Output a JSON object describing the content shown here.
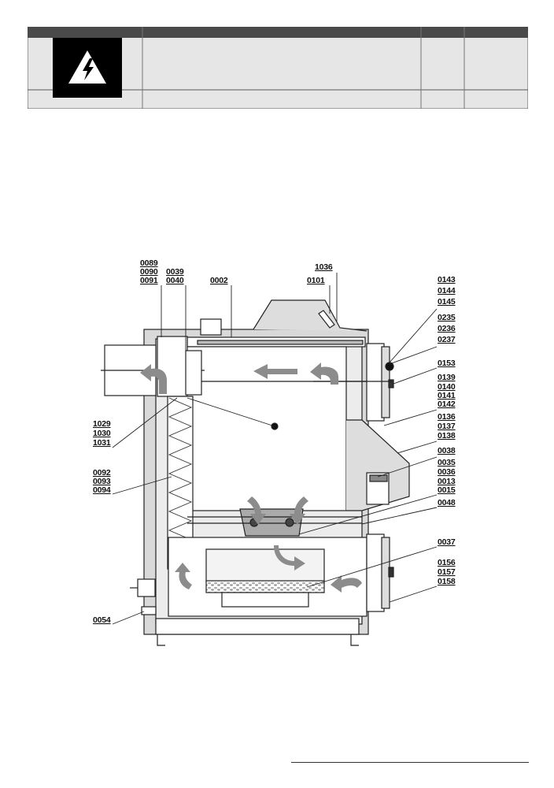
{
  "header_table": {
    "columns": [
      "",
      "",
      "",
      ""
    ],
    "warning_icon": "high-voltage-warning-icon",
    "colors": {
      "header_bar": "#4a4a4a",
      "body_bg": "#e6e6e6",
      "icon_bg": "#000000"
    }
  },
  "diagram": {
    "labels": {
      "l0089": "0089",
      "l0090": "0090",
      "l0091": "0091",
      "l0039": "0039",
      "l0040": "0040",
      "l0002": "0002",
      "l1036": "1036",
      "l0101": "0101",
      "l0143": "0143",
      "l0144": "0144",
      "l0145": "0145",
      "l0235": "0235",
      "l0236": "0236",
      "l0237": "0237",
      "l0153": "0153",
      "l0139": "0139",
      "l0140": "0140",
      "l0141": "0141",
      "l0142": "0142",
      "l0136": "0136",
      "l0137": "0137",
      "l0138": "0138",
      "l0038": "0038",
      "l0035": "0035",
      "l0036": "0036",
      "l0013": "0013",
      "l0015": "0015",
      "l0048": "0048",
      "l0037": "0037",
      "l0156": "0156",
      "l0157": "0157",
      "l0158": "0158",
      "l1029": "1029",
      "l1030": "1030",
      "l1031": "1031",
      "l0092": "0092",
      "l0093": "0093",
      "l0094": "0094",
      "l0054": "0054"
    },
    "colors": {
      "flow_arrow": "#8c8c8c",
      "body_fill": "#d9d9d9",
      "outline": "#222222"
    }
  }
}
